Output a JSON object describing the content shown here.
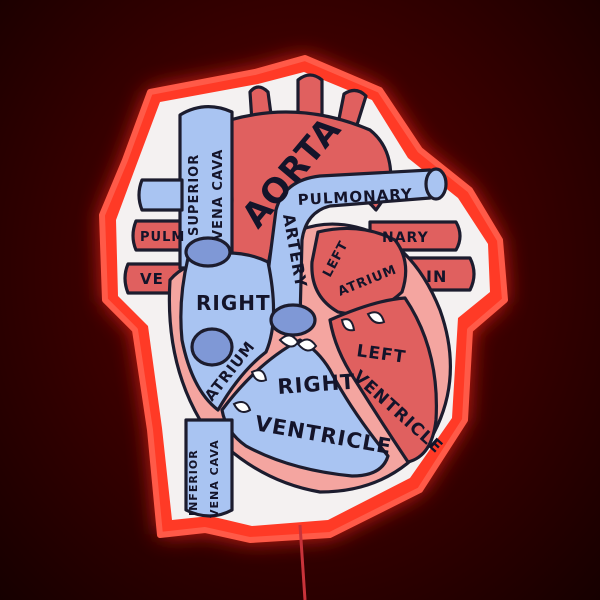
{
  "colors": {
    "background": "#3d0000",
    "neon": "#ff2a1a",
    "backing": "#f4f1f1",
    "oxygenated": "#e0605f",
    "deoxygenated": "#a9c4f2",
    "muscle": "#f4a5a0",
    "outline": "#1c1c2e"
  },
  "labels": {
    "aorta": "AORTA",
    "superior_vena_cava_1": "SUPERIOR",
    "superior_vena_cava_2": "VENA CAVA",
    "pulmonary": "PULMONARY",
    "artery": "ARTERY",
    "pulm_left": "PULM",
    "ve_left": "VE",
    "nary_right": "NARY",
    "in_right": "IN",
    "right_atrium_1": "RIGHT",
    "right_atrium_2": "ATRIUM",
    "left_atrium_1": "LEFT",
    "left_atrium_2": "ATRIUM",
    "left_ventricle_1": "LEFT",
    "left_ventricle_2": "VENTRICLE",
    "right_ventricle_1": "RIGHT",
    "right_ventricle_2": "VENTRICLE",
    "inferior_vena_cava_1": "INFERIOR",
    "inferior_vena_cava_2": "VENA CAVA"
  }
}
